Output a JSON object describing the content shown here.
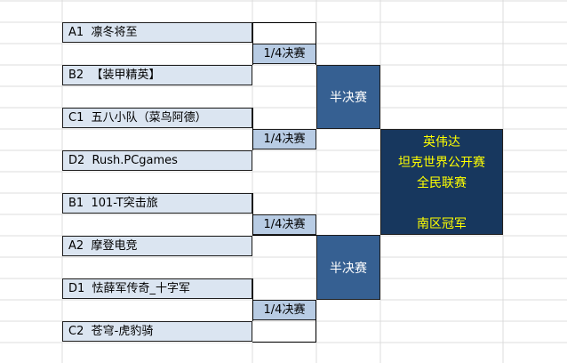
{
  "teams": [
    {
      "seed": "A1",
      "name": "凛冬将至"
    },
    {
      "seed": "B2",
      "name": "【装甲精英】"
    },
    {
      "seed": "C1",
      "name": "五八小队（菜鸟阿德）"
    },
    {
      "seed": "D2",
      "name": "Rush.PCgames"
    },
    {
      "seed": "B1",
      "name": "101-T突击旅"
    },
    {
      "seed": "A2",
      "name": "摩登电竞"
    },
    {
      "seed": "D1",
      "name": "怯薛军传奇_十字军"
    },
    {
      "seed": "C2",
      "name": "苍穹-虎豹骑"
    }
  ],
  "quarterfinal_label": "1/4决赛",
  "semifinal_label": "半决赛",
  "final": {
    "line1": "英伟达",
    "line2": "坦克世界公开赛",
    "line3": "全民联赛",
    "line4": "南区冠军"
  },
  "colors": {
    "team_fill": "#dbe5f1",
    "quarterfinal_fill": "#b8cce4",
    "semifinal_fill": "#366092",
    "final_fill": "#17375e",
    "final_text": "#ffff00"
  }
}
